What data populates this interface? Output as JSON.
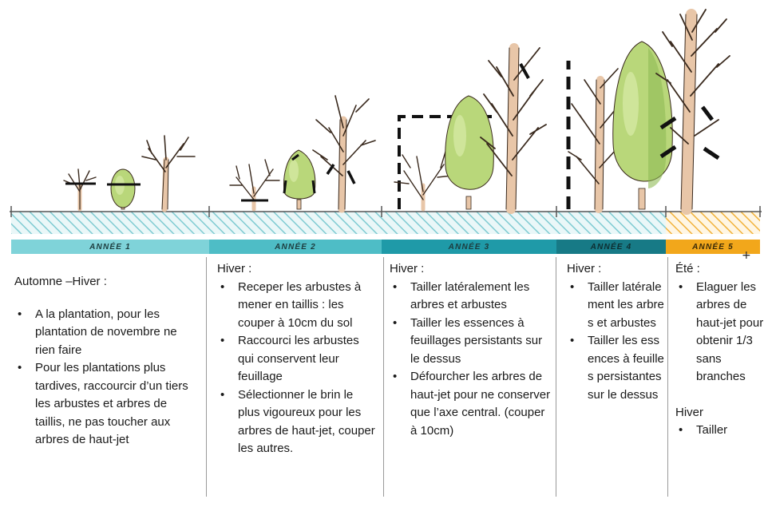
{
  "timeline": {
    "years": [
      {
        "label": "ANNÉE 1",
        "color": "#7fd3d9",
        "text_color": "#1d3d3f"
      },
      {
        "label": "ANNÉE 2",
        "color": "#4ebdc6",
        "text_color": "#1d3d3f"
      },
      {
        "label": "ANNÉE 3",
        "color": "#1f9aa8",
        "text_color": "#1d3d3f"
      },
      {
        "label": "ANNÉE 4",
        "color": "#177a86",
        "text_color": "#0e2e31"
      },
      {
        "label": "ANNÉE 5",
        "color": "#f2a71b",
        "text_color": "#3a2a08"
      }
    ],
    "hatch_color": "#7fcbd2",
    "summer_hatch_color": "#f2b23a",
    "plus_mark": "+"
  },
  "colors": {
    "trunk": "#e8c6a8",
    "trunk_outline": "#3a2a1e",
    "foliage": "#b9d77a",
    "foliage_shade": "#8fba55",
    "cut_mark": "#111111"
  },
  "columns": [
    {
      "heading": "Automne –Hiver :",
      "items": [
        "A la plantation, pour les plantation de novembre ne rien faire",
        "Pour les plantations plus tardives, raccourcir d’un tiers les arbustes et arbres de taillis, ne pas toucher aux arbres de haut-jet"
      ]
    },
    {
      "heading": "Hiver :",
      "items": [
        "Receper les arbustes à mener en taillis : les couper à 10cm du sol",
        "Raccourci les arbustes qui conservent leur feuillage",
        "Sélectionner le brin le plus vigoureux pour les arbres de haut-jet, couper les autres."
      ]
    },
    {
      "heading": "Hiver :",
      "items": [
        "Tailler latéralement les arbres et arbustes",
        "Tailler les essences à feuillages persistants sur le dessus",
        "Défourcher les arbres de haut-jet pour ne conserver que l’axe central. (couper à 10cm)"
      ]
    },
    {
      "heading": "Hiver :",
      "items": [
        "Tailler latéralement les arbres et arbustes",
        "Tailler les essences à feuilles persistantes sur le dessus"
      ]
    },
    {
      "heading": "Été :",
      "items": [
        "Elaguer les arbres de haut-jet pour obtenir 1/3 sans branches"
      ],
      "subheading": "Hiver",
      "subitems": [
        "Tailler"
      ]
    }
  ]
}
